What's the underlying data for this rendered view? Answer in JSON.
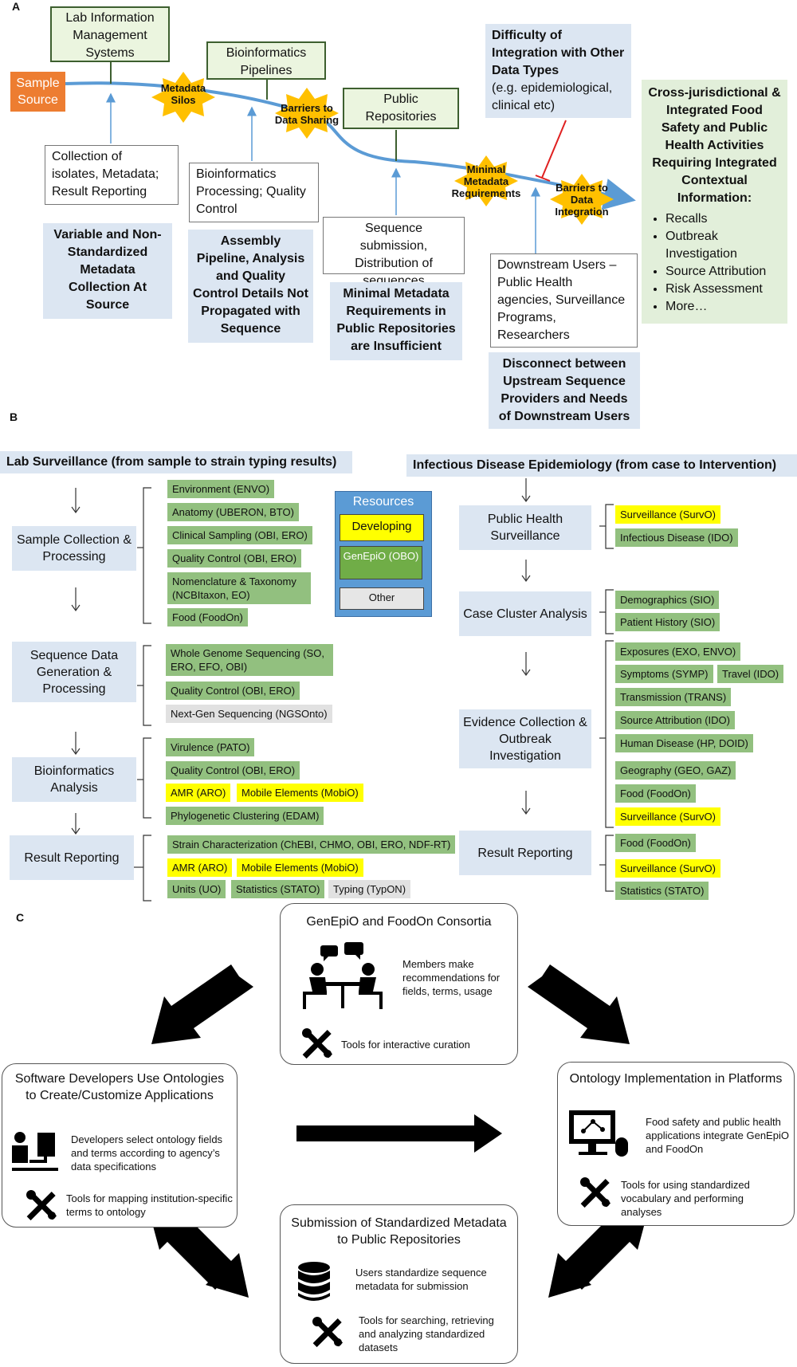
{
  "panelA": {
    "letter": "A",
    "sample_source": "Sample Source",
    "lims": "Lab Information Management Systems",
    "pipelines": "Bioinformatics Pipelines",
    "repositories": "Public Repositories",
    "difficulty_head": "Difficulty of Integration with Other Data Types",
    "difficulty_sub": "(e.g. epidemiological, clinical etc)",
    "burst_silos": "Metadata Silos",
    "burst_sharing": "Barriers to Data Sharing",
    "burst_minimal": "Minimal Metadata Requirements",
    "burst_integration": "Barriers to Data Integration",
    "collection": "Collection of isolates, Metadata; Result Reporting",
    "processing": "Bioinformatics Processing; Quality Control",
    "submission": "Sequence submission, Distribution of sequences",
    "downstream": "Downstream Users – Public Health agencies, Surveillance Programs, Researchers",
    "variable": "Variable and Non-Standardized Metadata Collection At Source",
    "assembly": "Assembly Pipeline, Analysis and Quality Control Details Not Propagated with Sequence",
    "minimal_insufficient": "Minimal Metadata Requirements in Public Repositories are Insufficient",
    "disconnect": "Disconnect between Upstream Sequence Providers and Needs of Downstream Users",
    "cross_head": "Cross-jurisdictional & Integrated Food Safety and Public Health Activities Requiring Integrated Contextual Information:",
    "cross_items": [
      "Recalls",
      "Outbreak Investigation",
      "Source Attribution",
      "Risk Assessment",
      "More…"
    ]
  },
  "panelB": {
    "letter": "B",
    "lab_header": "Lab Surveillance (from sample to strain typing results)",
    "epi_header": "Infectious Disease Epidemiology (from case to Intervention)",
    "lab_steps": [
      "Sample Collection & Processing",
      "Sequence Data Generation & Processing",
      "Bioinformatics Analysis",
      "Result Reporting"
    ],
    "lab_tags": {
      "sample": [
        "Environment (ENVO)",
        "Anatomy (UBERON, BTO)",
        "Clinical Sampling (OBI, ERO)",
        "Quality Control (OBI, ERO)",
        "Nomenclature & Taxonomy (NCBItaxon, EO)",
        "Food (FoodOn)"
      ],
      "sequence": [
        "Whole Genome Sequencing (SO, ERO, EFO, OBI)",
        "Quality Control (OBI, ERO)",
        "Next-Gen Sequencing (NGSOnto)"
      ],
      "bioinf": [
        "Virulence (PATO)",
        "Quality Control (OBI, ERO)",
        "AMR (ARO)",
        "Mobile Elements (MobiO)",
        "Phylogenetic Clustering (EDAM)"
      ],
      "result": [
        "Strain Characterization (ChEBI, CHMO, OBI, ERO, NDF-RT)",
        "AMR (ARO)",
        "Mobile Elements (MobiO)",
        "Units (UO)",
        "Statistics (STATO)",
        "Typing (TypON)"
      ]
    },
    "resources": {
      "title": "Resources",
      "developing": "Developing",
      "genepio": "GenEpiO (OBO)",
      "other": "Other"
    },
    "epi_steps": [
      "Public Health Surveillance",
      "Case Cluster Analysis",
      "Evidence Collection & Outbreak Investigation",
      "Result Reporting"
    ],
    "epi_tags": {
      "surveillance": [
        "Surveillance (SurvO)",
        "Infectious Disease (IDO)"
      ],
      "cluster": [
        "Demographics (SIO)",
        "Patient History (SIO)"
      ],
      "evidence": [
        "Exposures (EXO, ENVO)",
        "Symptoms (SYMP)",
        "Travel (IDO)",
        "Transmission (TRANS)",
        "Source Attribution (IDO)",
        "Human Disease (HP, DOID)",
        "Geography (GEO, GAZ)",
        "Food (FoodOn)",
        "Surveillance (SurvO)"
      ],
      "result": [
        "Food (FoodOn)",
        "Surveillance (SurvO)",
        "Statistics (STATO)"
      ]
    },
    "colors": {
      "green": "#92c07f",
      "yellow": "#ffff00",
      "gray": "#e1e1e1",
      "blue_box": "#5b9bd5"
    }
  },
  "panelC": {
    "letter": "C",
    "consortia_title": "GenEpiO and FoodOn Consortia",
    "consortia_text": "Members make recommendations for fields, terms, usage",
    "consortia_tools": "Tools for interactive curation",
    "dev_title": "Software Developers Use Ontologies to Create/Customize Applications",
    "dev_text": "Developers select ontology fields and terms according to agency’s data specifications",
    "dev_tools": "Tools for mapping institution-specific terms to ontology",
    "impl_title": "Ontology Implementation in Platforms",
    "impl_text": "Food safety and public health applications integrate GenEpiO and FoodOn",
    "impl_tools": "Tools for using standardized vocabulary and performing analyses",
    "sub_title": "Submission of Standardized Metadata to Public Repositories",
    "sub_text": "Users standardize sequence metadata for submission",
    "sub_tools": "Tools for searching, retrieving and analyzing standardized datasets"
  }
}
